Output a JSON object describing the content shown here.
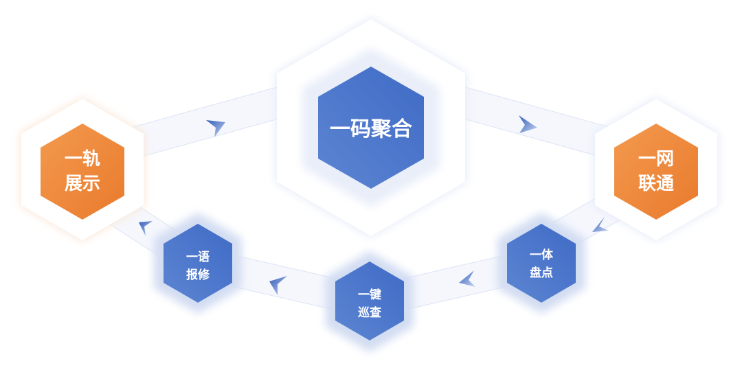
{
  "colors": {
    "orange": "#ee8337",
    "blue": "#4a74c9",
    "band": "#f4f7fd",
    "band_edge": "#d9e2f4"
  },
  "nodes": {
    "center": {
      "line1": "一码聚合"
    },
    "left": {
      "line1": "一轨",
      "line2": "展示"
    },
    "right": {
      "line1": "一网",
      "line2": "联通"
    },
    "repair": {
      "line1": "一语",
      "line2": "报修"
    },
    "patrol": {
      "line1": "一键",
      "line2": "巡查"
    },
    "inventory": {
      "line1": "一体",
      "line2": "盘点"
    }
  }
}
